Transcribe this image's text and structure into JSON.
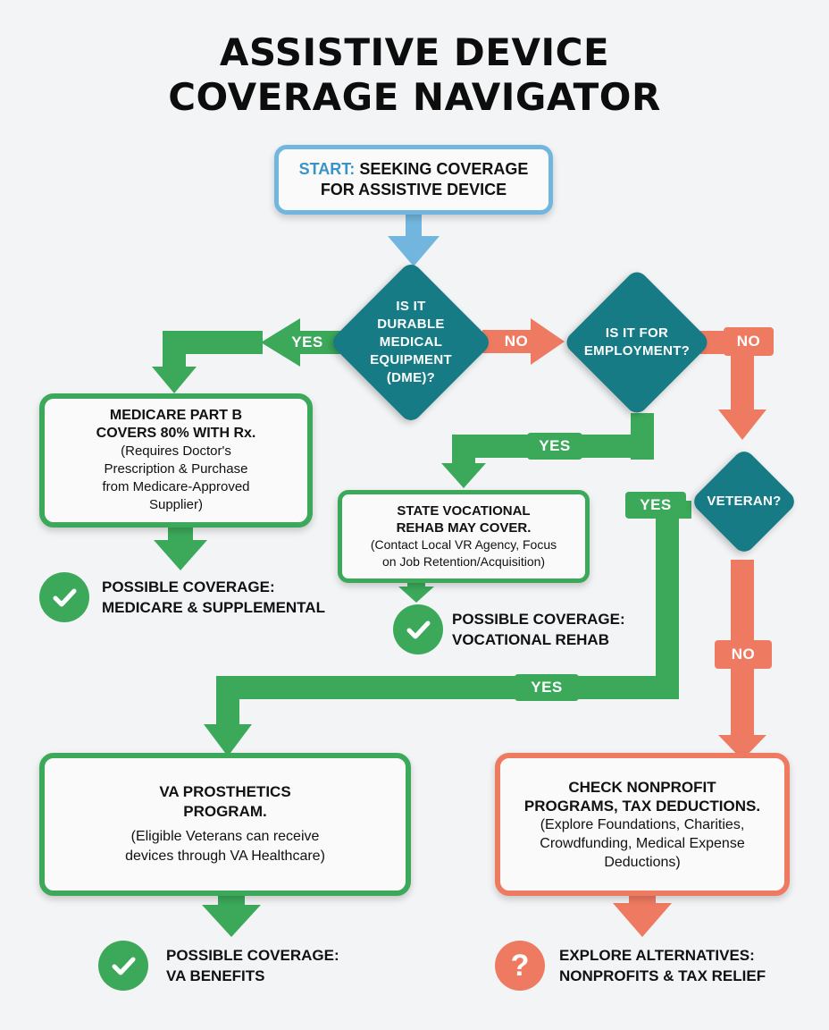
{
  "title": {
    "line1": "ASSISTIVE DEVICE",
    "line2": "COVERAGE NAVIGATOR"
  },
  "start": {
    "label": "START:",
    "text_line1": "SEEKING COVERAGE",
    "text_line2": "FOR ASSISTIVE DEVICE"
  },
  "decisions": {
    "dme": [
      "IS IT",
      "DURABLE",
      "MEDICAL",
      "EQUIPMENT",
      "(DME)?"
    ],
    "employment": [
      "IS IT FOR",
      "EMPLOYMENT?"
    ],
    "veteran": [
      "VETERAN?"
    ]
  },
  "branch_labels": {
    "dme_yes": "YES",
    "dme_no": "NO",
    "employment_no": "NO",
    "employment_yes": "YES",
    "veteran_yes_top": "YES",
    "veteran_yes_mid": "YES",
    "veteran_no": "NO"
  },
  "boxes": {
    "medicare": {
      "heading": [
        "MEDICARE PART B",
        "COVERS 80% WITH Rx."
      ],
      "detail": [
        "(Requires Doctor's",
        "Prescription & Purchase",
        "from Medicare-Approved",
        "Supplier)"
      ]
    },
    "vocational": {
      "heading": [
        "STATE VOCATIONAL",
        "REHAB MAY COVER."
      ],
      "detail": [
        "(Contact Local VR Agency, Focus",
        "on Job Retention/Acquisition)"
      ]
    },
    "va": {
      "heading": [
        "VA PROSTHETICS",
        "PROGRAM."
      ],
      "detail": [
        "(Eligible Veterans can receive",
        "devices through VA Healthcare)"
      ]
    },
    "nonprofit": {
      "heading": [
        "CHECK NONPROFIT",
        "PROGRAMS, TAX DEDUCTIONS."
      ],
      "detail": [
        "(Explore Foundations, Charities,",
        "Crowdfunding, Medical Expense",
        "Deductions)"
      ]
    }
  },
  "outcomes": {
    "medicare": [
      "POSSIBLE COVERAGE:",
      "MEDICARE & SUPPLEMENTAL"
    ],
    "vocational": [
      "POSSIBLE COVERAGE:",
      "VOCATIONAL REHAB"
    ],
    "va": [
      "POSSIBLE COVERAGE:",
      "VA BENEFITS"
    ],
    "alternatives": [
      "EXPLORE ALTERNATIVES:",
      "NONPROFITS & TAX RELIEF"
    ]
  },
  "colors": {
    "blue": "#72b6df",
    "green": "#3ca95a",
    "red": "#ef7a62",
    "teal": "#177b86"
  },
  "icons": {
    "success": "check-circle-icon",
    "unknown": "question-circle-icon"
  }
}
